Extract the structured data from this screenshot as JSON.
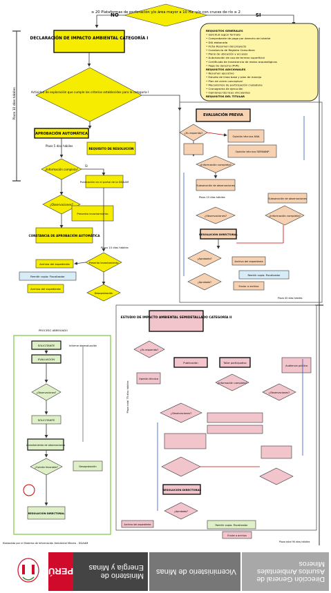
{
  "colors": {
    "yellow": "#f5ec00",
    "pale_yellow": "#fff5a8",
    "peach": "#f6d2b3",
    "pink": "#f2c4cc",
    "tan": "#fbe9d3",
    "light_blue": "#d8ecf8",
    "light_green": "#dff0c8",
    "arrow": "#333333",
    "red_arrow": "#cc0000",
    "blue_arrow": "#2a55c7",
    "green_border": "#8ccf5a",
    "ministry_red": "#d00a2a"
  },
  "top": {
    "decision": "≥ 20 Plataformas de perforación y/o área mayor a 10 Ha. y/o con cruces de río ≥ 2",
    "no": "NO",
    "si": "SI"
  },
  "dia": {
    "title": "DECLARACIÓN DE IMPACTO AMBIENTAL CATEGORÍA I"
  },
  "req_box": {
    "title": "REQUISITOS GENERALES",
    "lines": [
      "• Solicitud según formato",
      "• Comprobante de pago por derecho de trámite",
      "• DIA elaborada",
      "• Ficha Resumen del proyecto",
      "• Constancia de Registro Consultora",
      "• Plano de ubicación y accesos",
      "• Autorización de uso de terreno superficial",
      "• Certificado de inexistencia de restos arqueológicos",
      "• Pago de derecho (PVR)",
      "REQUISITOS ADICIONALES",
      "• Resumen ejecutivo",
      "• Estudio de línea base y plan de manejo",
      "• Plan de cierre conceptual",
      "• Mecanismos de participación ciudadana",
      "• Cronograma de ejecución",
      "• Opiniones técnicas vinculantes",
      "REQUISITOS DEL TITULAR"
    ]
  },
  "dia_flow": {
    "criteria": "Actividad de exploración que cumple los criterios establecidos para la categoría I",
    "auto_approval": "APROBACIÓN AUTOMÁTICA",
    "doc_label": "Plazo 5 días hábiles",
    "req_box": "REQUISITO DE RESOLUCIÓN",
    "info_complete": "¿Información completa?",
    "observations": "¿Observaciones?",
    "pub": "Publicación en el portal de la DGAAM",
    "auto_constancy": "CONSTANCIA DE APROBACIÓN AUTOMÁTICA",
    "present": "Presenta levantamiento",
    "term": "Plazo 10 días hábiles",
    "archivo": "Archivo del expediente",
    "fiscalizador": "Remitir copia: Fiscalizador",
    "deny": "Desaprobación",
    "si": "SI",
    "no": "NO"
  },
  "eval": {
    "title": "EVALUACIÓN PREVIA",
    "is_required": "¿Es requerido?",
    "opinion_ana": "Opinión técnica ANA",
    "opinion_sernanp": "Opinión técnica SERNANP",
    "info_complete": "¿Información completa?",
    "observations": "¿Observaciones?",
    "deadline": "Plazo 15 días hábiles",
    "subsanar": "Subsanación de observaciones",
    "resolution": "RESOLUCIÓN DIRECTORAL",
    "approved": "¿Aprobado?",
    "archivo": "Archivo del expediente",
    "fiscalizador": "Remitir copia: Fiscalizador",
    "enviar": "Enviar a archivo",
    "label_si": "SI",
    "label_no": "NO",
    "foot": "Plazo 45 días hábiles"
  },
  "eiasd": {
    "title": "ESTUDIO DE IMPACTO AMBIENTAL SEMIDETALLADO CATEGORÍA II",
    "is_required": "¿Es requerido?",
    "pub": "Publicación",
    "opinion": "Opinión técnica",
    "workshop": "Taller participativo",
    "audience": "Audiencia pública",
    "info_complete": "¿Información completa?",
    "observations": "¿Observaciones?",
    "resolution": "RESOLUCIÓN DIRECTORAL",
    "approved": "¿Aprobado?",
    "fiscalizador": "Remitir copia: Fiscalizador",
    "enviar": "Enviar a archivo",
    "archivo": "Archivo del expediente",
    "side": "Plazo total 75 días hábiles",
    "foot": "Plazo total 90 días hábiles"
  },
  "green_box": {
    "title": "PROCESO ABREVIADO",
    "solicitante1": "SOLICITANTE",
    "report": "Informe de evaluación",
    "eval": "EVALUACIÓN",
    "observ": "¿Observaciones?",
    "solicitante2": "SOLICITANTE",
    "levanta": "Levantamiento de observaciones",
    "opinion": "¿Opinión favorable?",
    "deny": "Desaprobación",
    "final": "RESOLUCIÓN DIRECTORAL"
  },
  "credit": "Elaborado por el Sistema de Información Ambiental Minero - DGAAM",
  "footer": {
    "country": "PERÚ",
    "ministry": "Ministerio de Energía y Minas",
    "vice": "Viceministerio de Minas",
    "direction": "Dirección General de Asuntos Ambientales Mineros"
  }
}
